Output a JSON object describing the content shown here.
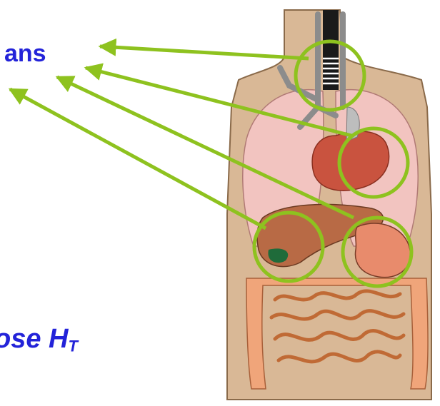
{
  "labels": {
    "organs": "ans",
    "dose_prefix": "ose H",
    "dose_subscript": "T"
  },
  "colors": {
    "label_text": "#2323d9",
    "arrow": "#8ec21f",
    "highlight_circle": "#8ec21f",
    "skin": "#d9b896",
    "lung": "#f2c4c0",
    "heart": "#c9533f",
    "liver": "#b86a45",
    "stomach": "#e88b6c",
    "intestine": "#f0a57a",
    "airway": "#8c8c8c",
    "trachea": "#1a1a1a"
  },
  "icons": {
    "figure": "human-torso-anatomy-icon"
  }
}
